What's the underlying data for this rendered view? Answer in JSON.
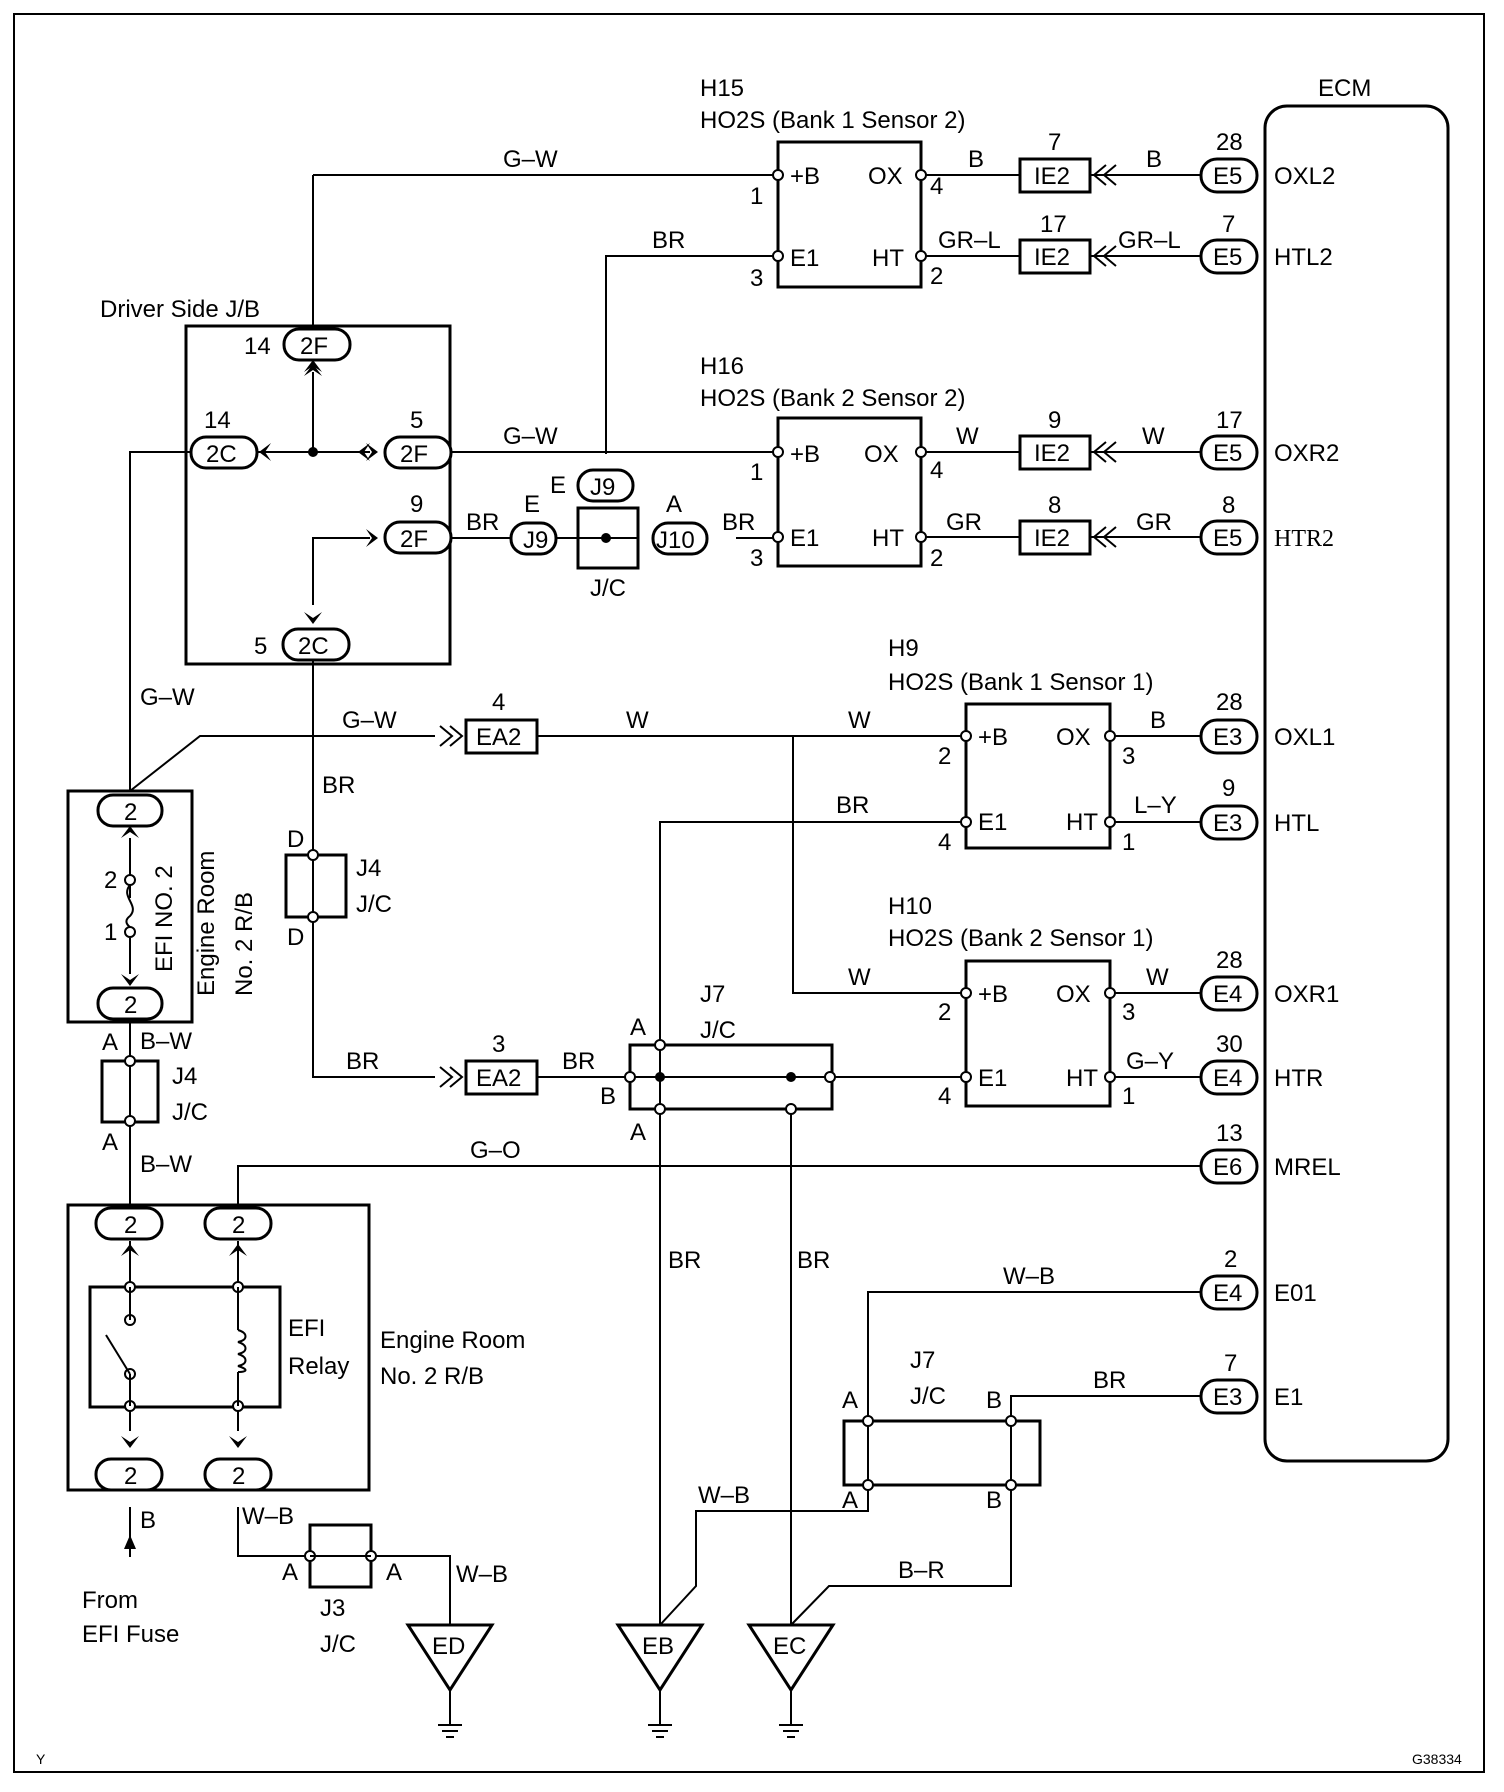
{
  "ecm": {
    "title": "ECM"
  },
  "sensors": {
    "h15": {
      "code": "H15",
      "name": "HO2S (Bank 1 Sensor 2)"
    },
    "h16": {
      "code": "H16",
      "name": "HO2S (Bank 2 Sensor 2)"
    },
    "h9": {
      "code": "H9",
      "name": "HO2S (Bank 1 Sensor 1)"
    },
    "h10": {
      "code": "H10",
      "name": "HO2S (Bank 2 Sensor 1)"
    }
  },
  "sensor_terms": {
    "pb": "+B",
    "ox": "OX",
    "e1": "E1",
    "ht": "HT"
  },
  "ecm_pins": {
    "oxl2": {
      "num": "28",
      "conn": "E5",
      "sig": "OXL2"
    },
    "htl2": {
      "num": "7",
      "conn": "E5",
      "sig": "HTL2"
    },
    "oxr2": {
      "num": "17",
      "conn": "E5",
      "sig": "OXR2"
    },
    "htr2": {
      "num": "8",
      "conn": "E5",
      "sig": "HTR2"
    },
    "oxl1": {
      "num": "28",
      "conn": "E3",
      "sig": "OXL1"
    },
    "htl": {
      "num": "9",
      "conn": "E3",
      "sig": "HTL"
    },
    "oxr1": {
      "num": "28",
      "conn": "E4",
      "sig": "OXR1"
    },
    "htr": {
      "num": "30",
      "conn": "E4",
      "sig": "HTR"
    },
    "mrel": {
      "num": "13",
      "conn": "E6",
      "sig": "MREL"
    },
    "e01": {
      "num": "2",
      "conn": "E4",
      "sig": "E01"
    },
    "e1": {
      "num": "7",
      "conn": "E3",
      "sig": "E1"
    }
  },
  "ie2": {
    "name": "IE2",
    "p7": "7",
    "p17": "17",
    "p9": "9",
    "p8": "8"
  },
  "ea2": {
    "name": "EA2",
    "p4": "4",
    "p3": "3"
  },
  "wires": {
    "b": "B",
    "gr_l": "GR–L",
    "w": "W",
    "gr": "GR",
    "g_w": "G–W",
    "br": "BR",
    "l_y": "L–Y",
    "g_y": "G–Y",
    "g_o": "G–O",
    "w_b": "W–B",
    "b_w": "B–W",
    "b_r": "B–R"
  },
  "pins": {
    "p1": "1",
    "p2": "2",
    "p3": "3",
    "p4": "4",
    "p5": "5",
    "p9": "9",
    "p14": "14",
    "a": "A",
    "b": "B",
    "d": "D",
    "e": "E"
  },
  "jb": {
    "title": "Driver Side J/B",
    "c2f": "2F",
    "c2c": "2C"
  },
  "jc": {
    "label": "J/C",
    "j9": "J9",
    "j10": "J10",
    "j4": "J4",
    "j7": "J7",
    "j3": "J3"
  },
  "engine_room": {
    "line1": "Engine Room",
    "line2": "No. 2 R/B",
    "v_top": "Engine Room",
    "v_bot": "No. 2 R/B",
    "efi_no2": "EFI NO. 2",
    "c2": "2"
  },
  "relay": {
    "line1": "EFI",
    "line2": "Relay"
  },
  "from": {
    "line1": "From",
    "line2": "EFI Fuse"
  },
  "grounds": {
    "ed": "ED",
    "eb": "EB",
    "ec": "EC"
  },
  "corner": {
    "left": "Y",
    "right": "G38334"
  }
}
